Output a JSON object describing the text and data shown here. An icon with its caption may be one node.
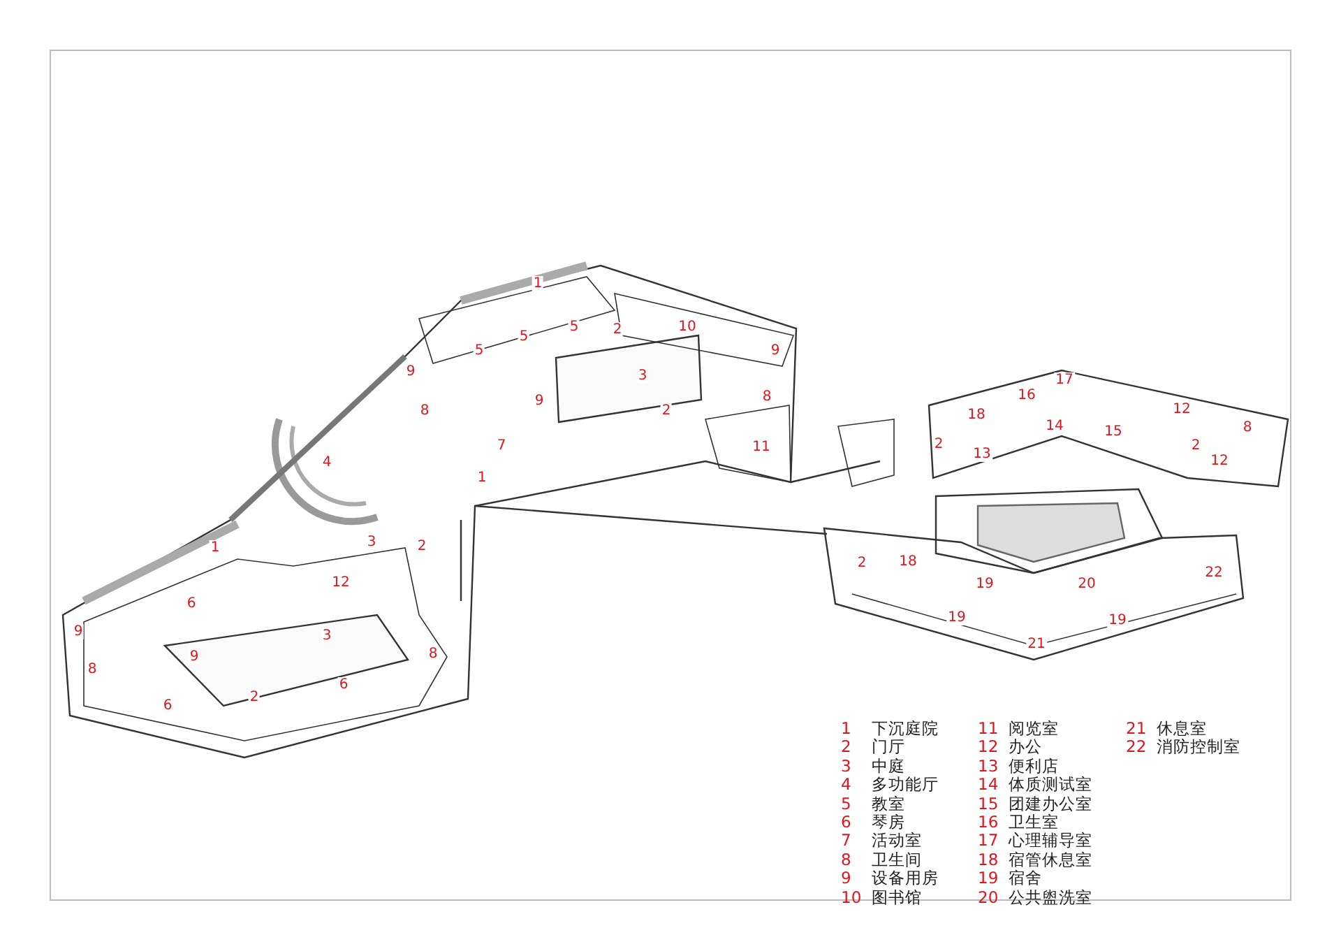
{
  "diagram": {
    "labels": [
      "1",
      "5",
      "2",
      "10",
      "5",
      "5",
      "9",
      "9",
      "3",
      "17",
      "16",
      "8",
      "9",
      "12",
      "2",
      "8",
      "18",
      "14",
      "8",
      "15",
      "2",
      "2",
      "7",
      "11",
      "13",
      "12",
      "4",
      "1",
      "3",
      "2",
      "1",
      "18",
      "2",
      "22",
      "12",
      "19",
      "20",
      "6",
      "19",
      "19",
      "9",
      "3",
      "21",
      "8",
      "9",
      "8",
      "6",
      "2",
      "6",
      "1",
      "下沉庭院",
      "2",
      "门厅",
      "3",
      "中庭",
      "4",
      "多功能厅",
      "5",
      "教室",
      "6",
      "琴房",
      "7",
      "活动室",
      "8",
      "卫生间",
      "9",
      "设备用房",
      "10",
      "图书馆",
      "11",
      "阅览室",
      "12",
      "办公",
      "13",
      "便利店",
      "14",
      "体质测试室",
      "15",
      "团建办公室",
      "16",
      "卫生室",
      "17",
      "心理辅导室",
      "18",
      "宿管休息室",
      "19",
      "宿舍",
      "20",
      "公共盥洗室",
      "21",
      "休息室",
      "22",
      "消防控制室"
    ]
  }
}
